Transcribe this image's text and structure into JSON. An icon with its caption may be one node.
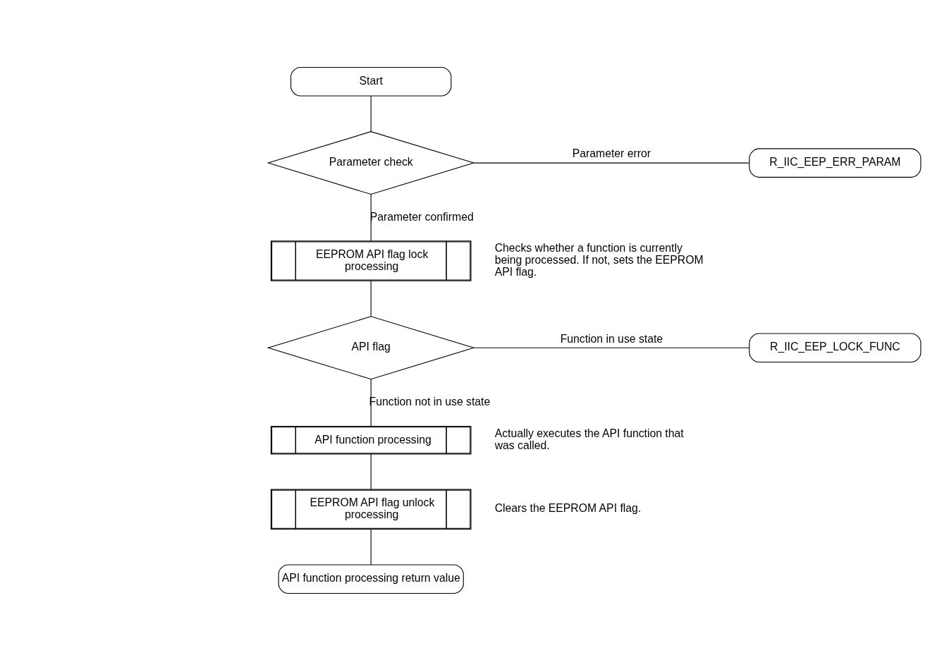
{
  "diagram": {
    "nodes": [
      {
        "text": [
          "Start"
        ]
      },
      {
        "text": [
          "Parameter check"
        ]
      },
      {
        "text": [
          "R_IIC_EEP_ERR_PARAM"
        ]
      },
      {
        "text": [
          "EEPROM API flag lock processing"
        ],
        "beside": [
          "Checks whether a function is currently being processed. If not, sets the EEPROM API flag."
        ]
      },
      {
        "text": [
          "API flag"
        ]
      },
      {
        "text": [
          "R_IIC_EEP_LOCK_FUNC"
        ]
      },
      {
        "text": [
          "API function processing"
        ],
        "beside": [
          "Actually executes the API function that was called."
        ]
      },
      {
        "text": [
          "EEPROM API flag unlock processing"
        ],
        "beside": [
          "Clears the EEPROM API flag."
        ]
      },
      {
        "text": [
          "API function processing return value"
        ]
      }
    ],
    "edges": [
      {
        "from": 0,
        "to": 1,
        "arrow": "none"
      },
      {
        "from": 1,
        "to": 2,
        "arrow": "none",
        "label": "Parameter error"
      },
      {
        "from": 1,
        "to": 3,
        "arrow": "none",
        "label": "Parameter confirmed"
      },
      {
        "from": 3,
        "to": 4,
        "arrow": "none"
      },
      {
        "from": 4,
        "to": 5,
        "arrow": "none",
        "label": "Function in use state"
      },
      {
        "from": 4,
        "to": 6,
        "arrow": "none",
        "label": "Function not in use state"
      },
      {
        "from": 6,
        "to": 7,
        "arrow": "none"
      },
      {
        "from": 7,
        "to": 8,
        "arrow": "none"
      }
    ]
  }
}
